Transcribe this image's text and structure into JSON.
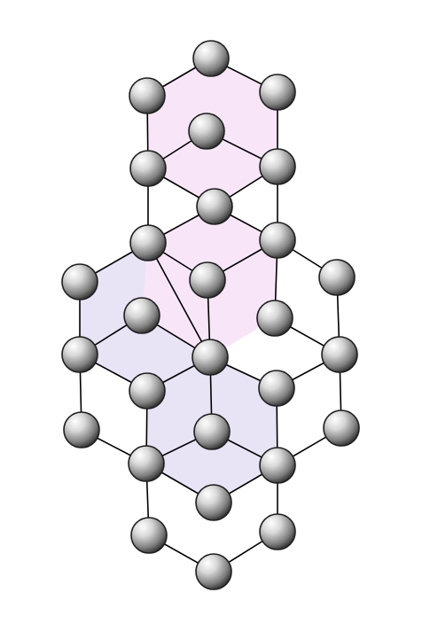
{
  "figure": {
    "kind": "ball-and-stick lattice",
    "background": "#ffffff",
    "colors": {
      "bond": "#000000",
      "atom_light": "#ffffff",
      "atom_mid": "#9a9a9a",
      "atom_dark": "#1e1e1e",
      "face_pink": "#f8e6f8",
      "face_lavender": "#e9e3f6"
    },
    "atom_count": 30,
    "highlighted_faces": [
      {
        "name": "top-pink-face",
        "color": "face_pink"
      },
      {
        "name": "center-pink-face",
        "color": "face_pink"
      },
      {
        "name": "left-lavender-face",
        "color": "face_lavender"
      },
      {
        "name": "bottom-lavender-face",
        "color": "face_lavender"
      }
    ]
  }
}
